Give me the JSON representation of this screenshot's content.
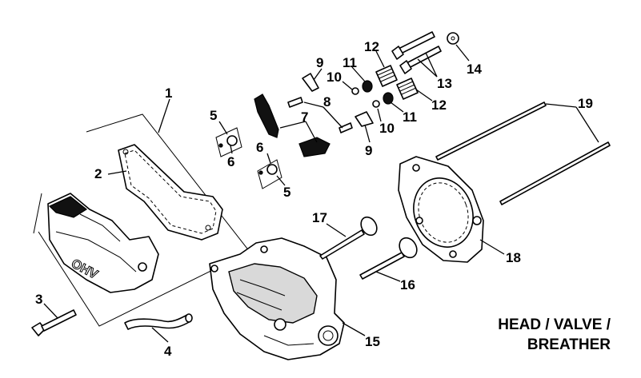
{
  "title": {
    "line1": "HEAD / VALVE /",
    "line2": "BREATHER"
  },
  "callouts": {
    "c1": "1",
    "c2": "2",
    "c3": "3",
    "c4": "4",
    "c5a": "5",
    "c5b": "5",
    "c6a": "6",
    "c6b": "6",
    "c7": "7",
    "c8": "8",
    "c9a": "9",
    "c9b": "9",
    "c10a": "10",
    "c10b": "10",
    "c11a": "11",
    "c11b": "11",
    "c12a": "12",
    "c12b": "12",
    "c13": "13",
    "c14": "14",
    "c15": "15",
    "c16": "16",
    "c17": "17",
    "c18": "18",
    "c19": "19"
  },
  "cover_marking": "OHV"
}
